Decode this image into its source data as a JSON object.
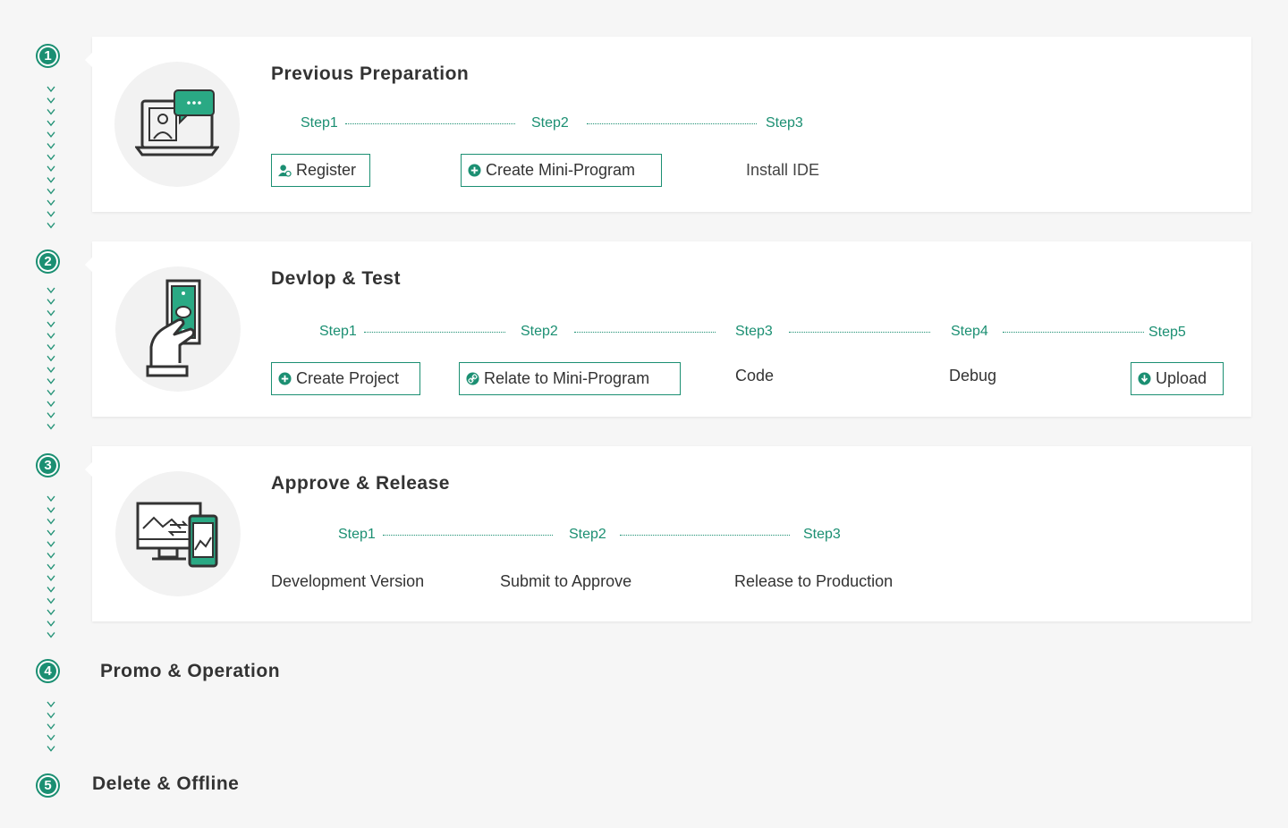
{
  "sections": [
    {
      "number": "1",
      "title": "Previous Preparation",
      "icon": "laptop-chat-icon",
      "steps": [
        {
          "label": "Step1",
          "action": "Register",
          "type": "button",
          "icon": "user-icon"
        },
        {
          "label": "Step2",
          "action": "Create Mini-Program",
          "type": "button",
          "icon": "plus-circle-icon"
        },
        {
          "label": "Step3",
          "action": "Install IDE",
          "type": "text"
        }
      ]
    },
    {
      "number": "2",
      "title": "Devlop & Test",
      "icon": "hand-money-icon",
      "steps": [
        {
          "label": "Step1",
          "action": "Create Project",
          "type": "button",
          "icon": "plus-circle-icon"
        },
        {
          "label": "Step2",
          "action": "Relate to Mini-Program",
          "type": "button",
          "icon": "link-icon"
        },
        {
          "label": "Step3",
          "action": "Code",
          "type": "text"
        },
        {
          "label": "Step4",
          "action": "Debug",
          "type": "text"
        },
        {
          "label": "Step5",
          "action": "Upload",
          "type": "button",
          "icon": "download-icon"
        }
      ]
    },
    {
      "number": "3",
      "title": "Approve & Release",
      "icon": "monitor-phone-sync-icon",
      "steps": [
        {
          "label": "Step1",
          "action": "Development Version",
          "type": "text"
        },
        {
          "label": "Step2",
          "action": "Submit to Approve",
          "type": "text"
        },
        {
          "label": "Step3",
          "action": "Release to Production",
          "type": "text"
        }
      ]
    },
    {
      "number": "4",
      "title": "Promo & Operation"
    },
    {
      "number": "5",
      "title": "Delete & Offline"
    }
  ],
  "colors": {
    "accent": "#1b8f72",
    "background": "#f6f6f6",
    "card": "#ffffff"
  }
}
